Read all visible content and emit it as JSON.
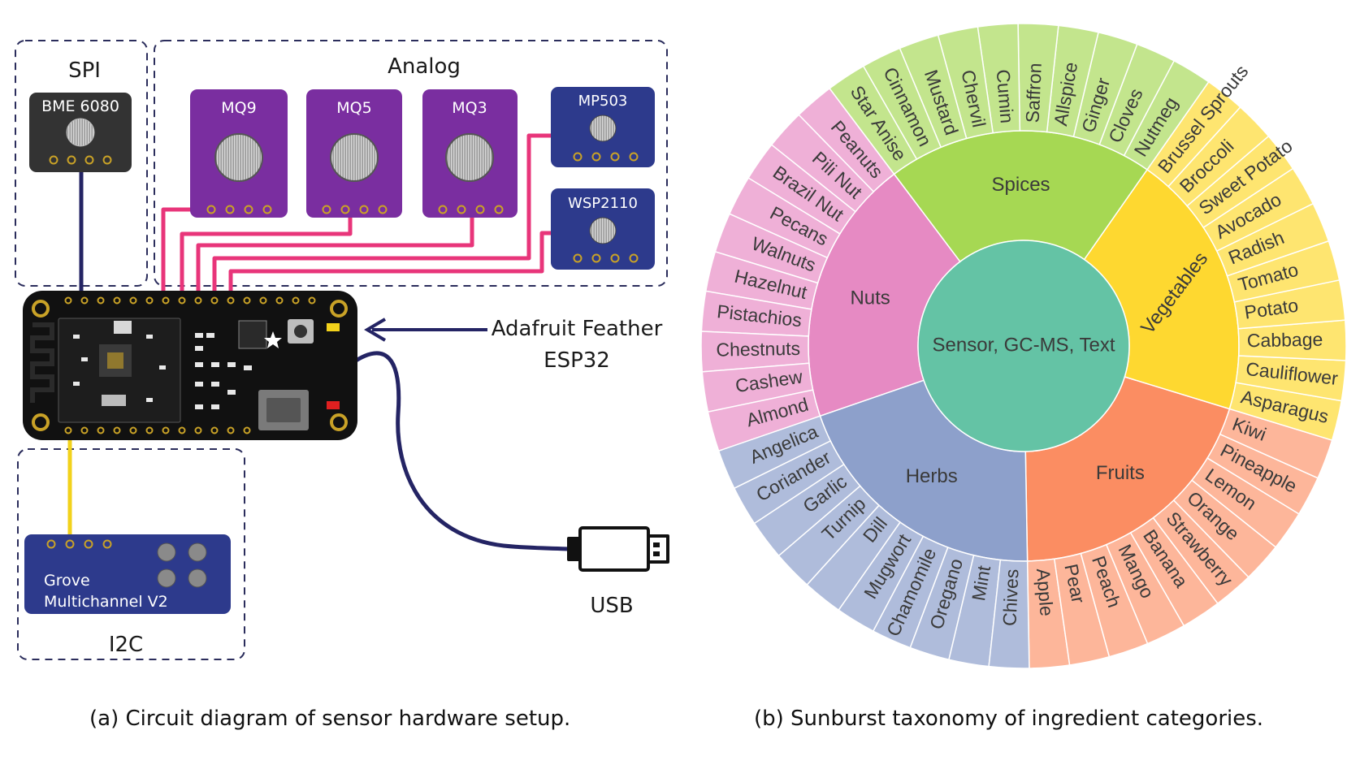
{
  "circuit": {
    "spi_label": "SPI",
    "analog_label": "Analog",
    "i2c_label": "I2C",
    "bme_label": "BME 6080",
    "mq9_label": "MQ9",
    "mq5_label": "MQ5",
    "mq3_label": "MQ3",
    "mp503_label": "MP503",
    "wsp2110_label": "WSP2110",
    "grove_line1": "Grove",
    "grove_line2": "Multichannel V2",
    "feather_line1": "Adafruit Feather",
    "feather_line2": "ESP32",
    "usb_label": "USB",
    "colors": {
      "box_border": "#2b2d5c",
      "purple_board": "#7a2ea0",
      "blue_board": "#2d3a8c",
      "dark_board": "#333333",
      "pink_wire": "#e8357a",
      "yellow_wire": "#f2d21b",
      "navy_wire": "#242464"
    }
  },
  "sunburst": {
    "center_label": "Sensor, GC-MS, Text",
    "center_color": "#64c3a5",
    "categories": [
      {
        "name": "Fruits",
        "color": "#fb8d62",
        "leaf_color": "#fdb69a",
        "leaves": [
          "Apple",
          "Pear",
          "Peach",
          "Mango",
          "Banana",
          "Strawberry",
          "Orange",
          "Lemon",
          "Pineapple",
          "Kiwi"
        ]
      },
      {
        "name": "Vegetables",
        "color": "#fed830",
        "leaf_color": "#fee570",
        "leaves": [
          "Asparagus",
          "Cauliflower",
          "Cabbage",
          "Potato",
          "Tomato",
          "Radish",
          "Avocado",
          "Sweet Potato",
          "Broccoli",
          "Brussel Sprouts"
        ]
      },
      {
        "name": "Spices",
        "color": "#a6d853",
        "leaf_color": "#c3e58d",
        "leaves": [
          "Nutmeg",
          "Cloves",
          "Ginger",
          "Allspice",
          "Saffron",
          "Cumin",
          "Chervil",
          "Mustard",
          "Cinnamon",
          "Star Anise"
        ]
      },
      {
        "name": "Nuts",
        "color": "#e68ac3",
        "leaf_color": "#efb0d7",
        "leaves": [
          "Peanuts",
          "Pili Nut",
          "Brazil Nut",
          "Pecans",
          "Walnuts",
          "Hazelnut",
          "Pistachios",
          "Chestnuts",
          "Cashew",
          "Almond"
        ]
      },
      {
        "name": "Herbs",
        "color": "#8da0cb",
        "leaf_color": "#afbcdb",
        "leaves": [
          "Angelica",
          "Coriander",
          "Garlic",
          "Turnip",
          "Dill",
          "Mugwort",
          "Chamomile",
          "Oregano",
          "Mint",
          "Chives"
        ]
      }
    ]
  },
  "captions": {
    "left": "(a) Circuit diagram of sensor hardware setup.",
    "right": "(b) Sunburst taxonomy of ingredient categories."
  }
}
